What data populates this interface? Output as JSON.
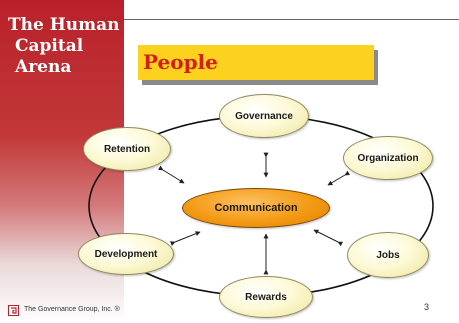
{
  "slide": {
    "title_lines": [
      "The Human",
      "Capital",
      "Arena"
    ],
    "heading": "People",
    "page_number": "3"
  },
  "diagram": {
    "center": "Communication",
    "nodes": {
      "governance": "Governance",
      "organization": "Organization",
      "jobs": "Jobs",
      "rewards": "Rewards",
      "development": "Development",
      "retention": "Retention"
    }
  },
  "footer": {
    "text": "The Governance Group, Inc. ®"
  },
  "colors": {
    "band_red": "#b9212a",
    "heading_box": "#fcd21f",
    "heading_text": "#d41f15",
    "center_fill": "#f39a14",
    "outer_fill": "#fdfad8"
  }
}
